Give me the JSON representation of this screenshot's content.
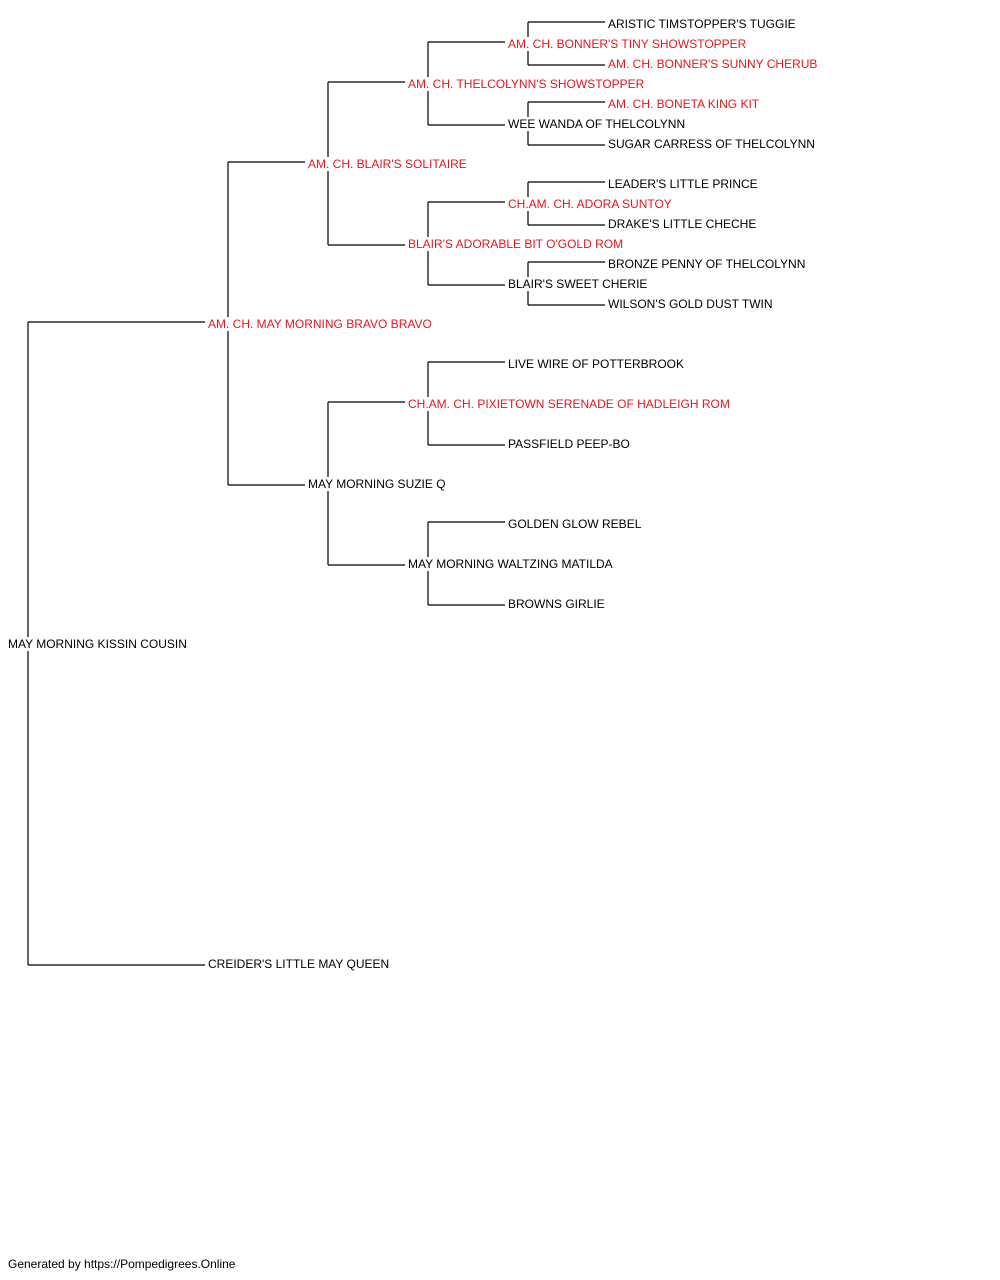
{
  "colors": {
    "champion": "#e8151b",
    "regular": "#000000",
    "line": "#000000"
  },
  "pedigree": {
    "dog": {
      "name": "MAY MORNING KISSIN COUSIN",
      "champion": false
    },
    "s": {
      "name": "AM. CH. MAY MORNING BRAVO BRAVO",
      "champion": true
    },
    "d": {
      "name": "CREIDER'S LITTLE MAY QUEEN",
      "champion": false
    },
    "ss": {
      "name": "AM. CH. BLAIR'S SOLITAIRE",
      "champion": true
    },
    "sd": {
      "name": "MAY MORNING SUZIE Q",
      "champion": false
    },
    "sss": {
      "name": "AM. CH. THELCOLYNN'S SHOWSTOPPER",
      "champion": true
    },
    "ssd": {
      "name": "BLAIR'S ADORABLE BIT O'GOLD ROM",
      "champion": true
    },
    "sds": {
      "name": "CH.AM. CH. PIXIETOWN SERENADE OF HADLEIGH ROM",
      "champion": true
    },
    "sdd": {
      "name": "MAY MORNING WALTZING MATILDA",
      "champion": false
    },
    "ssss": {
      "name": "AM. CH. BONNER'S TINY SHOWSTOPPER",
      "champion": true
    },
    "sssd": {
      "name": "WEE WANDA OF THELCOLYNN",
      "champion": false
    },
    "ssds": {
      "name": "CH.AM. CH. ADORA SUNTOY",
      "champion": true
    },
    "ssdd": {
      "name": "BLAIR'S SWEET CHERIE",
      "champion": false
    },
    "sdss": {
      "name": "LIVE WIRE OF POTTERBROOK",
      "champion": false
    },
    "sdsd": {
      "name": "PASSFIELD PEEP-BO",
      "champion": false
    },
    "sdds": {
      "name": "GOLDEN GLOW REBEL",
      "champion": false
    },
    "sddd": {
      "name": "BROWNS GIRLIE",
      "champion": false
    },
    "sssss": {
      "name": "ARISTIC TIMSTOPPER'S TUGGIE",
      "champion": false
    },
    "ssssd": {
      "name": "AM. CH. BONNER'S SUNNY CHERUB",
      "champion": true
    },
    "sssds": {
      "name": "AM. CH. BONETA KING KIT",
      "champion": true
    },
    "sssdd": {
      "name": "SUGAR CARRESS OF THELCOLYNN",
      "champion": false
    },
    "ssdss": {
      "name": "LEADER'S LITTLE PRINCE",
      "champion": false
    },
    "ssdsd": {
      "name": "DRAKE'S LITTLE CHECHE",
      "champion": false
    },
    "ssdds": {
      "name": "BRONZE PENNY OF THELCOLYNN",
      "champion": false
    },
    "ssddd": {
      "name": "WILSON'S GOLD DUST TWIN",
      "champion": false
    }
  },
  "footer": {
    "text": "Generated by https://Pompedigrees.Online"
  }
}
